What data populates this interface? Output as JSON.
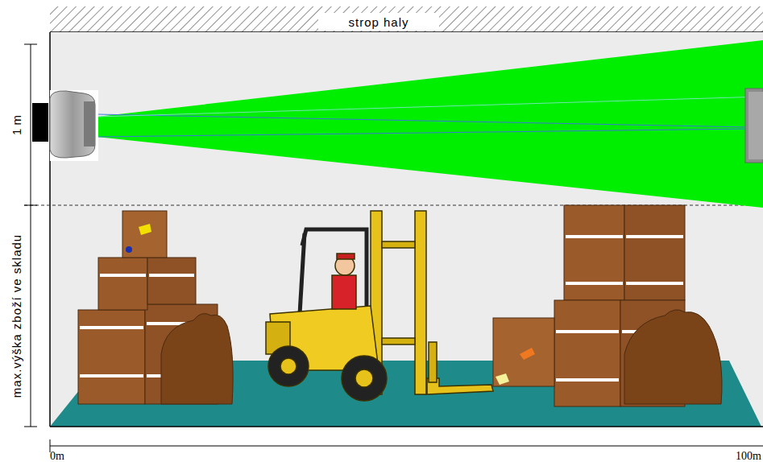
{
  "diagram": {
    "labels": [
      "strop haly",
      "1 m",
      "max.výška zboží ve skladu",
      "0m",
      "100m"
    ]
  }
}
